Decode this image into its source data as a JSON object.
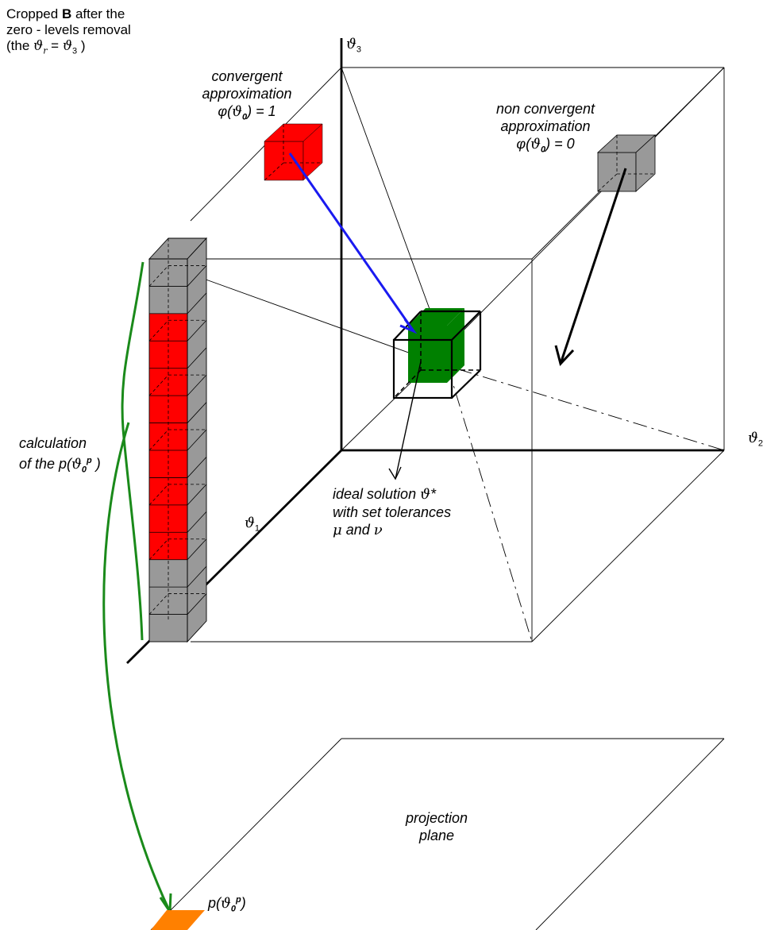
{
  "caption": {
    "line1_pre": "Cropped ",
    "line1_bold": "B",
    "line1_post": " after the",
    "line2": "zero - levels removal",
    "line3_pre": "(the ",
    "theta_r": "ϑ",
    "sub_r": "r",
    "eq": " = ",
    "theta_3": "ϑ",
    "sub_3": "3",
    "line3_post": " )"
  },
  "axes": {
    "theta3": {
      "sym": "ϑ",
      "sub": "3"
    },
    "theta2": {
      "sym": "ϑ",
      "sub": "2"
    },
    "theta1": {
      "sym": "ϑ",
      "sub": "1"
    }
  },
  "convergent": {
    "line1": "convergent",
    "line2": "approximation",
    "phi": "φ(",
    "theta": "ϑ",
    "sub": "0",
    "value": ") = 1"
  },
  "nonconvergent": {
    "line1": "non convergent",
    "line2": "approximation",
    "phi": "φ(",
    "theta": "ϑ",
    "sub": "0",
    "value": ") = 0"
  },
  "ideal": {
    "line1_pre": "ideal solution ",
    "theta": "ϑ",
    "star": "*",
    "line2": "with set tolerances",
    "line3_mu": "μ",
    "line3_and": " and ",
    "line3_nu": "ν"
  },
  "calculation": {
    "line1": "calculation",
    "line2_pre": "of the p(",
    "theta": "ϑ",
    "sub": "0",
    "sup": "p",
    "line2_post": " )"
  },
  "projection": {
    "line1": "projection",
    "line2": "plane"
  },
  "p_label": {
    "pre": "p(",
    "theta": "ϑ",
    "sub": "0",
    "sup": "p",
    "post": ")"
  },
  "column_cells": [
    "gray",
    "gray",
    "red",
    "red",
    "red",
    "red",
    "red",
    "red",
    "red",
    "red",
    "red",
    "gray",
    "gray",
    "gray"
  ],
  "colors": {
    "red": "#ff0000",
    "gray": "#999999",
    "green": "#008000",
    "green_arrow": "#1a8a1a",
    "blue_arrow": "#1a1af0",
    "orange": "#ff8000"
  }
}
